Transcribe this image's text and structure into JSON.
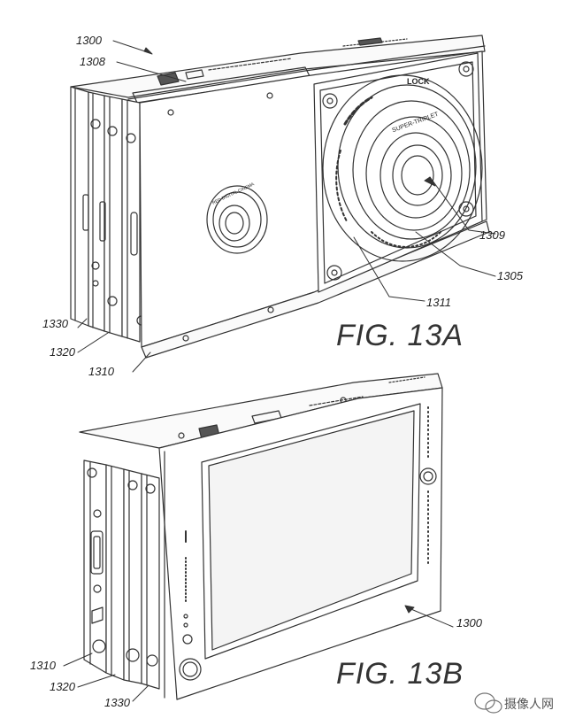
{
  "figures": [
    {
      "caption": "FIG. 13A",
      "refs": {
        "device": "1300",
        "r1308": "1308",
        "r1309": "1309",
        "r1305": "1305",
        "r1311": "1311",
        "r1330": "1330",
        "r1320": "1320",
        "r1310": "1310"
      },
      "lens_text": {
        "lock": "LOCK",
        "ring": "SUPER-TRIPLET",
        "small_lens": "RED DIGITAL CINEMA"
      }
    },
    {
      "caption": "FIG. 13B",
      "refs": {
        "device": "1300",
        "r1310": "1310",
        "r1320": "1320",
        "r1330": "1330"
      }
    }
  ],
  "watermark": {
    "text": "摄像人网",
    "icon": "wechat-icon"
  },
  "colors": {
    "ink": "#333333",
    "paper": "#ffffff"
  }
}
